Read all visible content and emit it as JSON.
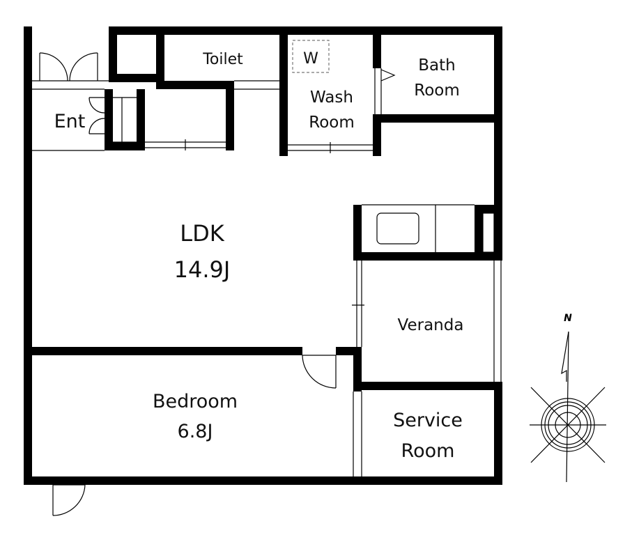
{
  "colors": {
    "wall": "#000000",
    "line": "#000000",
    "background": "#ffffff",
    "washer": "#777777"
  },
  "rooms": {
    "toilet": "Toilet",
    "washer": "W",
    "wash_room": [
      "Wash",
      "Room"
    ],
    "bath_room": [
      "Bath",
      "Room"
    ],
    "entrance": "Ent",
    "ldk": [
      "LDK",
      "14.9J"
    ],
    "veranda": "Veranda",
    "bedroom": [
      "Bedroom",
      "6.8J"
    ],
    "service_room": [
      "Service",
      "Room"
    ]
  },
  "compass": {
    "north_label": "N"
  }
}
